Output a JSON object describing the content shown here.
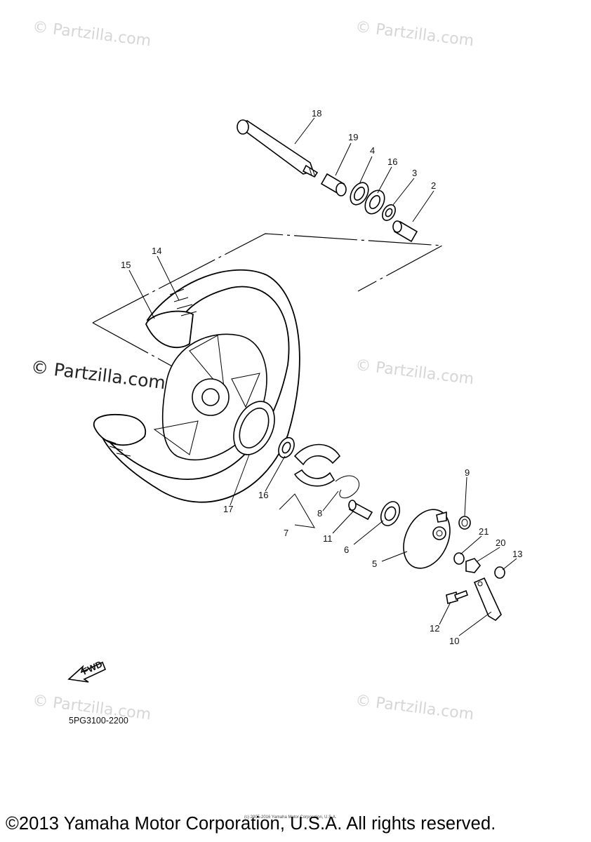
{
  "watermark_text": "© Partzilla.com",
  "diagram_code": "5PG3100-2200",
  "fwd_label": "FWD",
  "fine_print": "(c) 2005-2016 Yamaha Motor Corporation, U.S.A.",
  "copyright": "©2013 Yamaha Motor Corporation, U.S.A. All rights reserved.",
  "callouts": {
    "c18": "18",
    "c19": "19",
    "c4": "4",
    "c16a": "16",
    "c3": "3",
    "c2": "2",
    "c14": "14",
    "c15": "15",
    "c16b": "16",
    "c17": "17",
    "c7": "7",
    "c8": "8",
    "c11": "11",
    "c6": "6",
    "c5": "5",
    "c9": "9",
    "c21": "21",
    "c20": "20",
    "c13": "13",
    "c12": "12",
    "c10": "10"
  }
}
